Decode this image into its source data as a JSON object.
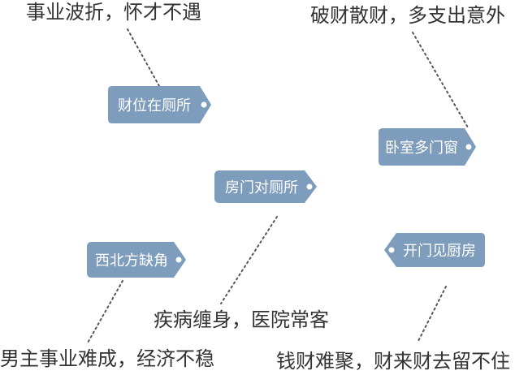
{
  "tag_color": "#7e9cbc",
  "tag_text_color": "#ffffff",
  "line_color": "#555555",
  "text_color": "#333333",
  "items": [
    {
      "tag": "财位在厕所",
      "consequence": "事业波折，怀才不遇"
    },
    {
      "tag": "卧室多门窗",
      "consequence": "破财散财，多支出意外"
    },
    {
      "tag": "房门对厕所",
      "consequence": "疾病缠身，医院常客"
    },
    {
      "tag": "西北方缺角",
      "consequence": "男主事业难成，经济不稳"
    },
    {
      "tag": "开门见厨房",
      "consequence": "钱财难聚，财来财去留不住"
    }
  ]
}
